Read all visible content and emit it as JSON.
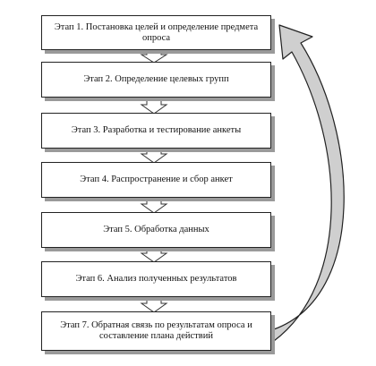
{
  "diagram": {
    "stages": [
      {
        "label": "Этап 1. Постановка целей и определение предмета опроса"
      },
      {
        "label": "Этап 2. Определение целевых групп"
      },
      {
        "label": "Этап 3. Разработка и тестирование анкеты"
      },
      {
        "label": "Этап 4. Распространение и сбор анкет"
      },
      {
        "label": "Этап 5. Обработка данных"
      },
      {
        "label": "Этап 6. Анализ полученных результатов"
      },
      {
        "label": "Этап 7. Обратная связь по результатам опроса и составление плана действий"
      }
    ],
    "colors": {
      "box_border": "#222222",
      "box_shadow": "#9a9a9a",
      "feedback_arrow_fill": "#cfcfcf",
      "down_arrow_fill": "#ffffff"
    },
    "icons": {
      "down_arrow": "hollow-down-arrow-icon",
      "feedback_arrow": "curved-feedback-arrow-icon"
    }
  }
}
